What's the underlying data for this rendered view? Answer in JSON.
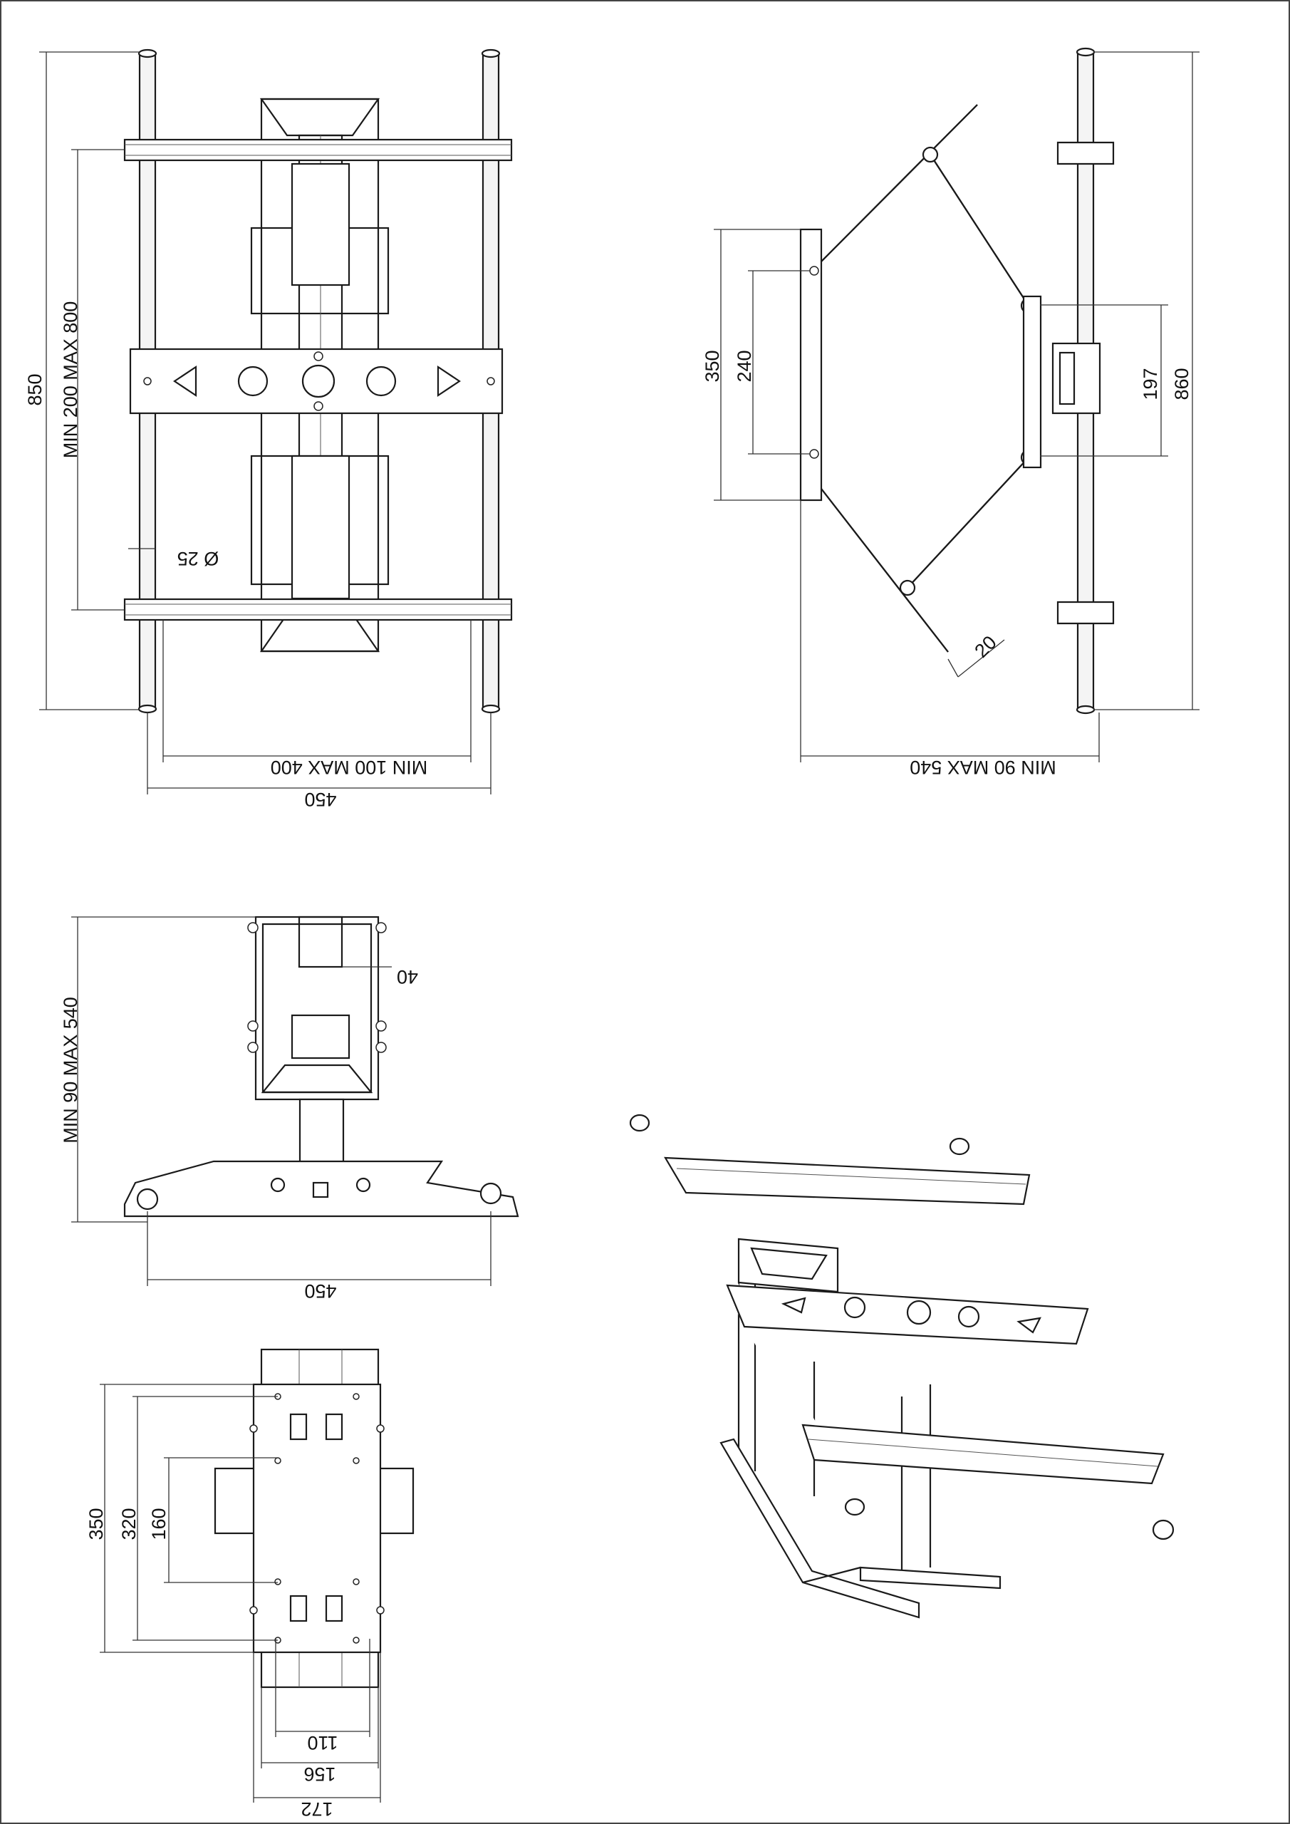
{
  "drawing": {
    "front_view": {
      "height_total": "850",
      "vesa_vertical": "MIN 200 MAX 800",
      "pole_diameter": "Ø 25",
      "vesa_horizontal": "MIN 100 MAX 400",
      "width_total": "450"
    },
    "side_view": {
      "plate_height": "350",
      "hole_spacing": "240",
      "clamp_spacing": "197",
      "pole_height": "860",
      "arm_width": "20",
      "extension": "MIN 90 MAX 540"
    },
    "top_view": {
      "extension": "MIN 90 MAX 540",
      "offset": "40",
      "width_total": "450"
    },
    "wall_plate_view": {
      "height_outer": "350",
      "height_mid": "320",
      "height_inner": "160",
      "width_inner": "110",
      "width_mid": "156",
      "width_outer": "172"
    }
  }
}
